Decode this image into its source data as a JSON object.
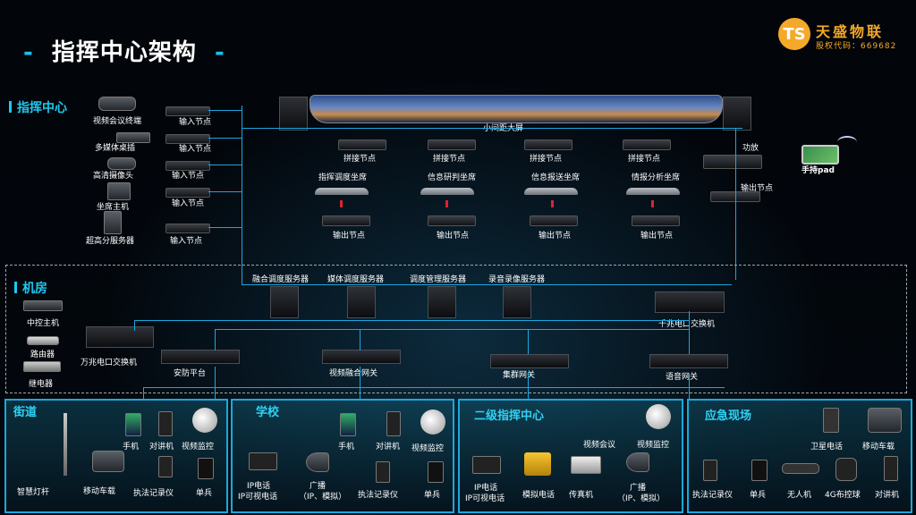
{
  "title": "指挥中心架构",
  "title_dash": "-",
  "logo": {
    "mark": "TS",
    "name": "天盛物联",
    "code": "股权代码：669682"
  },
  "command_center": {
    "label": "指挥中心",
    "inputs": [
      {
        "device": "视频会议终端",
        "node": "输入节点"
      },
      {
        "device": "多媒体桌插",
        "node": "输入节点"
      },
      {
        "device": "高清摄像头",
        "node": "输入节点"
      },
      {
        "device": "坐席主机",
        "node": "输入节点"
      },
      {
        "device": "超高分服务器",
        "node": "输入节点"
      }
    ],
    "screen_label": "小间距大屏",
    "splice_nodes": [
      "拼接节点",
      "拼接节点",
      "拼接节点",
      "拼接节点"
    ],
    "seats": [
      "指挥调度坐席",
      "信息研判坐席",
      "信息报送坐席",
      "情报分析坐席"
    ],
    "seat_outputs": [
      "输出节点",
      "输出节点",
      "输出节点",
      "输出节点"
    ],
    "amp_label": "功放",
    "amp_output": "输出节点",
    "handheld": "手持pad"
  },
  "machine_room": {
    "label": "机房",
    "servers": [
      "融合调度服务器",
      "媒体调度服务器",
      "调度管理服务器",
      "录音录像服务器"
    ],
    "gigabit_switch": "千兆电口交换机",
    "central_host": "中控主机",
    "router": "路由器",
    "relay": "继电器",
    "gigabit_switch2": "万兆电口交换机",
    "security": "安防平台",
    "video_gateway": "视频融合网关",
    "cluster_gateway": "集群网关",
    "voice_gateway": "语音网关"
  },
  "panels": {
    "street": {
      "title": "街道",
      "items": [
        "手机",
        "对讲机",
        "视频监控",
        "智慧灯杆",
        "移动车载",
        "执法记录仪",
        "单兵"
      ]
    },
    "school": {
      "title": "学校",
      "items": [
        "手机",
        "对讲机",
        "视频监控",
        "IP电话",
        "IP可视电话",
        "广播",
        "（IP、模拟）",
        "执法记录仪",
        "单兵"
      ]
    },
    "secondary": {
      "title": "二级指挥中心",
      "items": [
        "视频会议",
        "视频监控",
        "IP电话",
        "IP可视电话",
        "模拟电话",
        "传真机",
        "广播",
        "（IP、模拟）"
      ]
    },
    "emergency": {
      "title": "应急现场",
      "items": [
        "卫星电话",
        "移动车载",
        "执法记录仪",
        "单兵",
        "无人机",
        "4G布控球",
        "对讲机"
      ]
    }
  },
  "colors": {
    "accent": "#1fc8ee",
    "line": "#1aa7e0",
    "brand": "#f4a92a"
  }
}
